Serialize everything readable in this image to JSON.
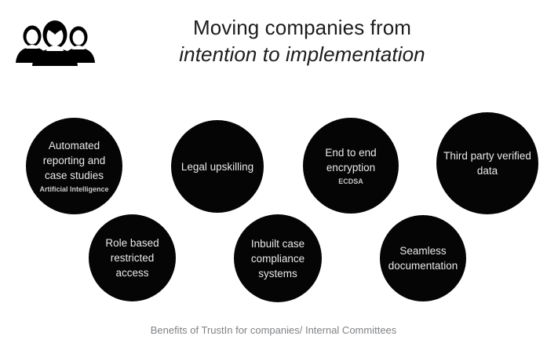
{
  "header": {
    "icon": "group-of-people-icon",
    "title_line_1": "Moving companies from",
    "title_line_2": "intention to implementation"
  },
  "bubbles": [
    {
      "label": "Automated reporting and case studies",
      "sub": "Artificial Intelligence"
    },
    {
      "label": "Legal upskilling",
      "sub": ""
    },
    {
      "label": "End to end encryption",
      "sub": "ECDSA"
    },
    {
      "label": "Third party verified data",
      "sub": ""
    },
    {
      "label": "Role based restricted access",
      "sub": ""
    },
    {
      "label": "Inbuilt case compliance systems",
      "sub": ""
    },
    {
      "label": "Seamless documentation",
      "sub": ""
    }
  ],
  "footer": {
    "caption": "Benefits of TrustIn for companies/ Internal Committees"
  },
  "colors": {
    "background": "#ffffff",
    "bubble_fill": "#050505",
    "bubble_text": "#e9e9e9",
    "bubble_sub_text": "#c9c9c9",
    "title_text": "#1c1c1c",
    "footer_text": "#808285"
  }
}
